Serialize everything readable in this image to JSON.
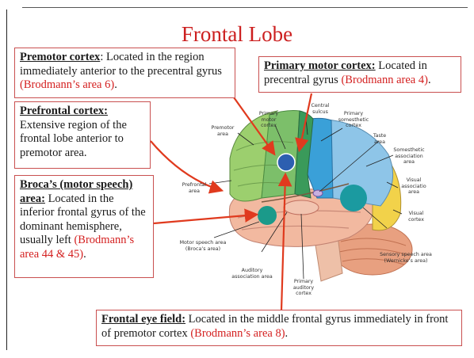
{
  "title": "Frontal Lobe",
  "boxes": {
    "premotor": {
      "heading": "Premotor cortex",
      "text": ": Located in the region immediately anterior to the precentral gyrus ",
      "ref": "(Brodmann’s area 6)",
      "tail": "."
    },
    "primary_motor": {
      "heading": "Primary motor cortex:",
      "text": " Located in precentral gyrus ",
      "ref": "(Brodmann area 4)",
      "tail": "."
    },
    "prefrontal": {
      "heading": "Prefrontal cortex:",
      "text": "Extensive region of the frontal lobe anterior to premotor area."
    },
    "broca": {
      "heading": "Broca’s (motor speech) area:",
      "text": " Located in the inferior frontal gyrus of the dominant hemisphere, usually left ",
      "ref": "(Brodmann’s area 44 & 45)",
      "tail": "."
    },
    "eye_field": {
      "heading": "Frontal eye field:",
      "text": " Located in the middle frontal gyrus immediately in front of premotor cortex ",
      "ref": "(Brodmann’s area 8)",
      "tail": "."
    }
  },
  "diagram_labels": {
    "primary_motor": "Primary motor cortex",
    "central_sulcus": "Central sulcus",
    "primary_somesthetic": "Primary somesthetic cortex",
    "taste": "Taste area",
    "premotor": "Premotor area",
    "somesthetic_assoc": "Somesthetic association area",
    "prefrontal": "Prefrontal area",
    "visual_assoc": "Visual associatio area",
    "visual_cortex": "Visual cortex",
    "motor_speech": "Motor speech area (Broca’s area)",
    "sensory_speech": "Sensory speech area (Wernicke’s area)",
    "auditory_assoc": "Auditory association area",
    "primary_auditory": "Primary auditory cortex"
  },
  "colors": {
    "title": "#cc1f1f",
    "box_border": "#c95050",
    "arrow": "#e03a1e",
    "prefrontal": "#9ccf6e",
    "premotor": "#7cbf6a",
    "motor": "#3a9a5a",
    "somesthetic": "#3aa0d8",
    "assoc": "#8ec5e8",
    "temporal": "#f2b9a0",
    "occipital": "#f2d24a",
    "cerebellum": "#e8a080",
    "broca": "#1b9a8a",
    "wernicke": "#1b9aa0"
  }
}
